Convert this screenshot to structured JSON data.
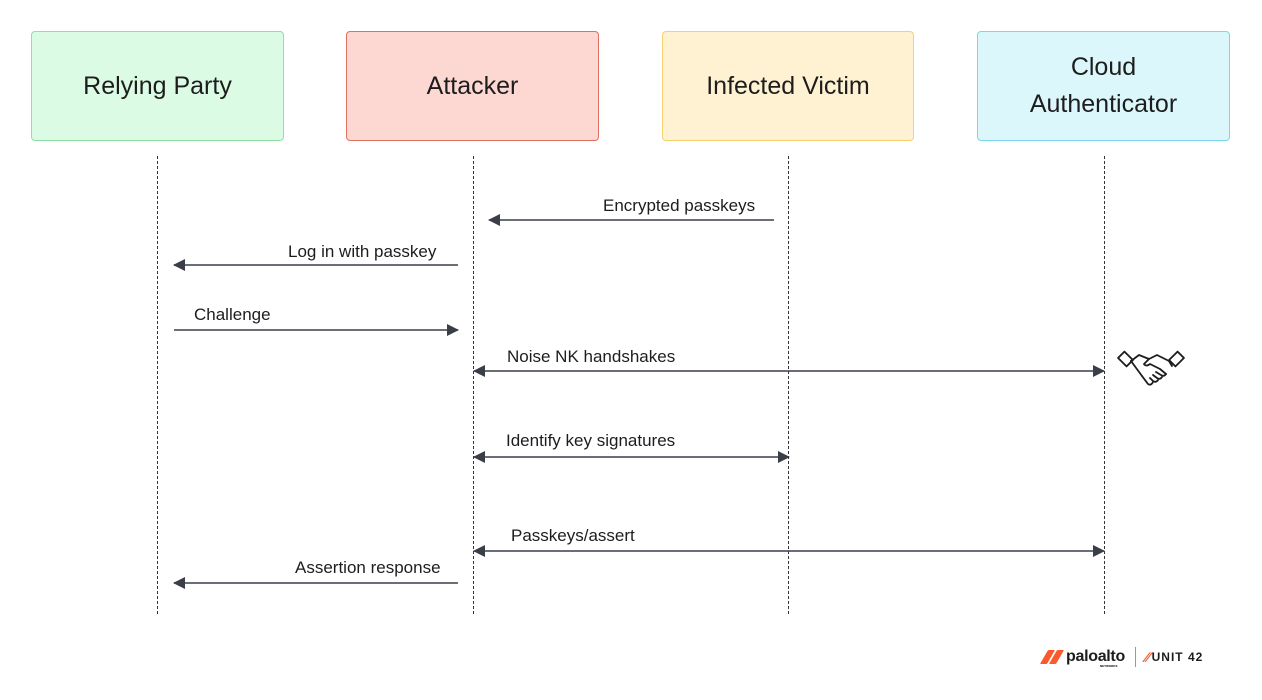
{
  "actors": {
    "relying_party": "Relying Party",
    "attacker": "Attacker",
    "infected_victim": "Infected Victim",
    "cloud_authenticator_line1": "Cloud",
    "cloud_authenticator_line2": "Authenticator"
  },
  "messages": {
    "encrypted_passkeys": "Encrypted passkeys",
    "log_in_with_passkey": "Log in with passkey",
    "challenge": "Challenge",
    "noise_nk_handshakes": "Noise NK handshakes",
    "identify_key_signatures": "Identify key signatures",
    "passkeys_assert": "Passkeys/assert",
    "assertion_response": "Assertion response"
  },
  "icons": {
    "handshake": "handshake-icon"
  },
  "branding": {
    "paloalto": "paloalto",
    "networks": "NETWORKS",
    "unit42": "UNIT 42"
  },
  "colors": {
    "relying_party_fill": "#dcfbe4",
    "attacker_fill": "#fdd8d3",
    "victim_fill": "#fff2d2",
    "cloud_fill": "#dbf7fb",
    "brand_orange": "#fa582d",
    "arrow": "#3a3f47"
  }
}
